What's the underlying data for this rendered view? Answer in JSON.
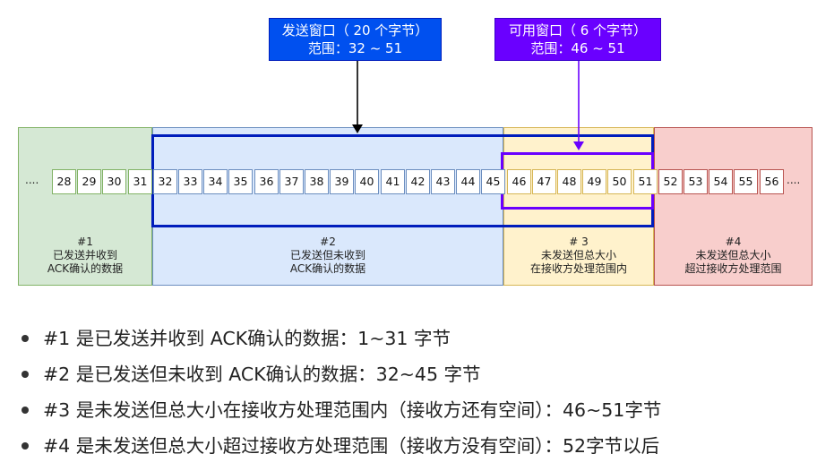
{
  "send_window": {
    "title": "发送窗口（ 20 个字节）",
    "range": "范围：32 ~ 51",
    "color": "#0050ef"
  },
  "usable_window": {
    "title": "可用窗口（ 6 个字节）",
    "range": "范围：46 ~ 51",
    "color": "#6a00ff"
  },
  "ellipsis_left": "....",
  "ellipsis_right": "....",
  "cells": [
    {
      "num": "28",
      "region": 1
    },
    {
      "num": "29",
      "region": 1
    },
    {
      "num": "30",
      "region": 1
    },
    {
      "num": "31",
      "region": 1
    },
    {
      "num": "32",
      "region": 2
    },
    {
      "num": "33",
      "region": 2
    },
    {
      "num": "34",
      "region": 2
    },
    {
      "num": "35",
      "region": 2
    },
    {
      "num": "36",
      "region": 2
    },
    {
      "num": "37",
      "region": 2
    },
    {
      "num": "38",
      "region": 2
    },
    {
      "num": "39",
      "region": 2
    },
    {
      "num": "40",
      "region": 2
    },
    {
      "num": "41",
      "region": 2
    },
    {
      "num": "42",
      "region": 2
    },
    {
      "num": "43",
      "region": 2
    },
    {
      "num": "44",
      "region": 2
    },
    {
      "num": "45",
      "region": 2
    },
    {
      "num": "46",
      "region": 3
    },
    {
      "num": "47",
      "region": 3
    },
    {
      "num": "48",
      "region": 3
    },
    {
      "num": "49",
      "region": 3
    },
    {
      "num": "50",
      "region": 3
    },
    {
      "num": "51",
      "region": 3
    },
    {
      "num": "52",
      "region": 4
    },
    {
      "num": "53",
      "region": 4
    },
    {
      "num": "54",
      "region": 4
    },
    {
      "num": "55",
      "region": 4
    },
    {
      "num": "56",
      "region": 4
    }
  ],
  "regions": [
    {
      "id": "#1",
      "line1": "已发送并收到",
      "line2": "ACK确认的数据",
      "fill": "#d5e8d4",
      "stroke": "#82b366"
    },
    {
      "id": "#2",
      "line1": "已发送但未收到",
      "line2": "ACK确认的数据",
      "fill": "#dae8fc",
      "stroke": "#6c8ebf"
    },
    {
      "id": "# 3",
      "line1": "未发送但总大小",
      "line2": "在接收方处理范围内",
      "fill": "#fff2cc",
      "stroke": "#d6b656"
    },
    {
      "id": "#4",
      "line1": "未发送但总大小",
      "line2": "超过接收方处理范围",
      "fill": "#f8cecc",
      "stroke": "#b85450"
    }
  ],
  "bullets": [
    "#1 是已发送并收到 ACK确认的数据：1~31 字节",
    "#2 是已发送但未收到 ACK确认的数据：32~45 字节",
    "#3 是未发送但总大小在接收方处理范围内（接收方还有空间）：46~51字节",
    "#4 是未发送但总大小超过接收方处理范围（接收方没有空间）：52字节以后"
  ]
}
